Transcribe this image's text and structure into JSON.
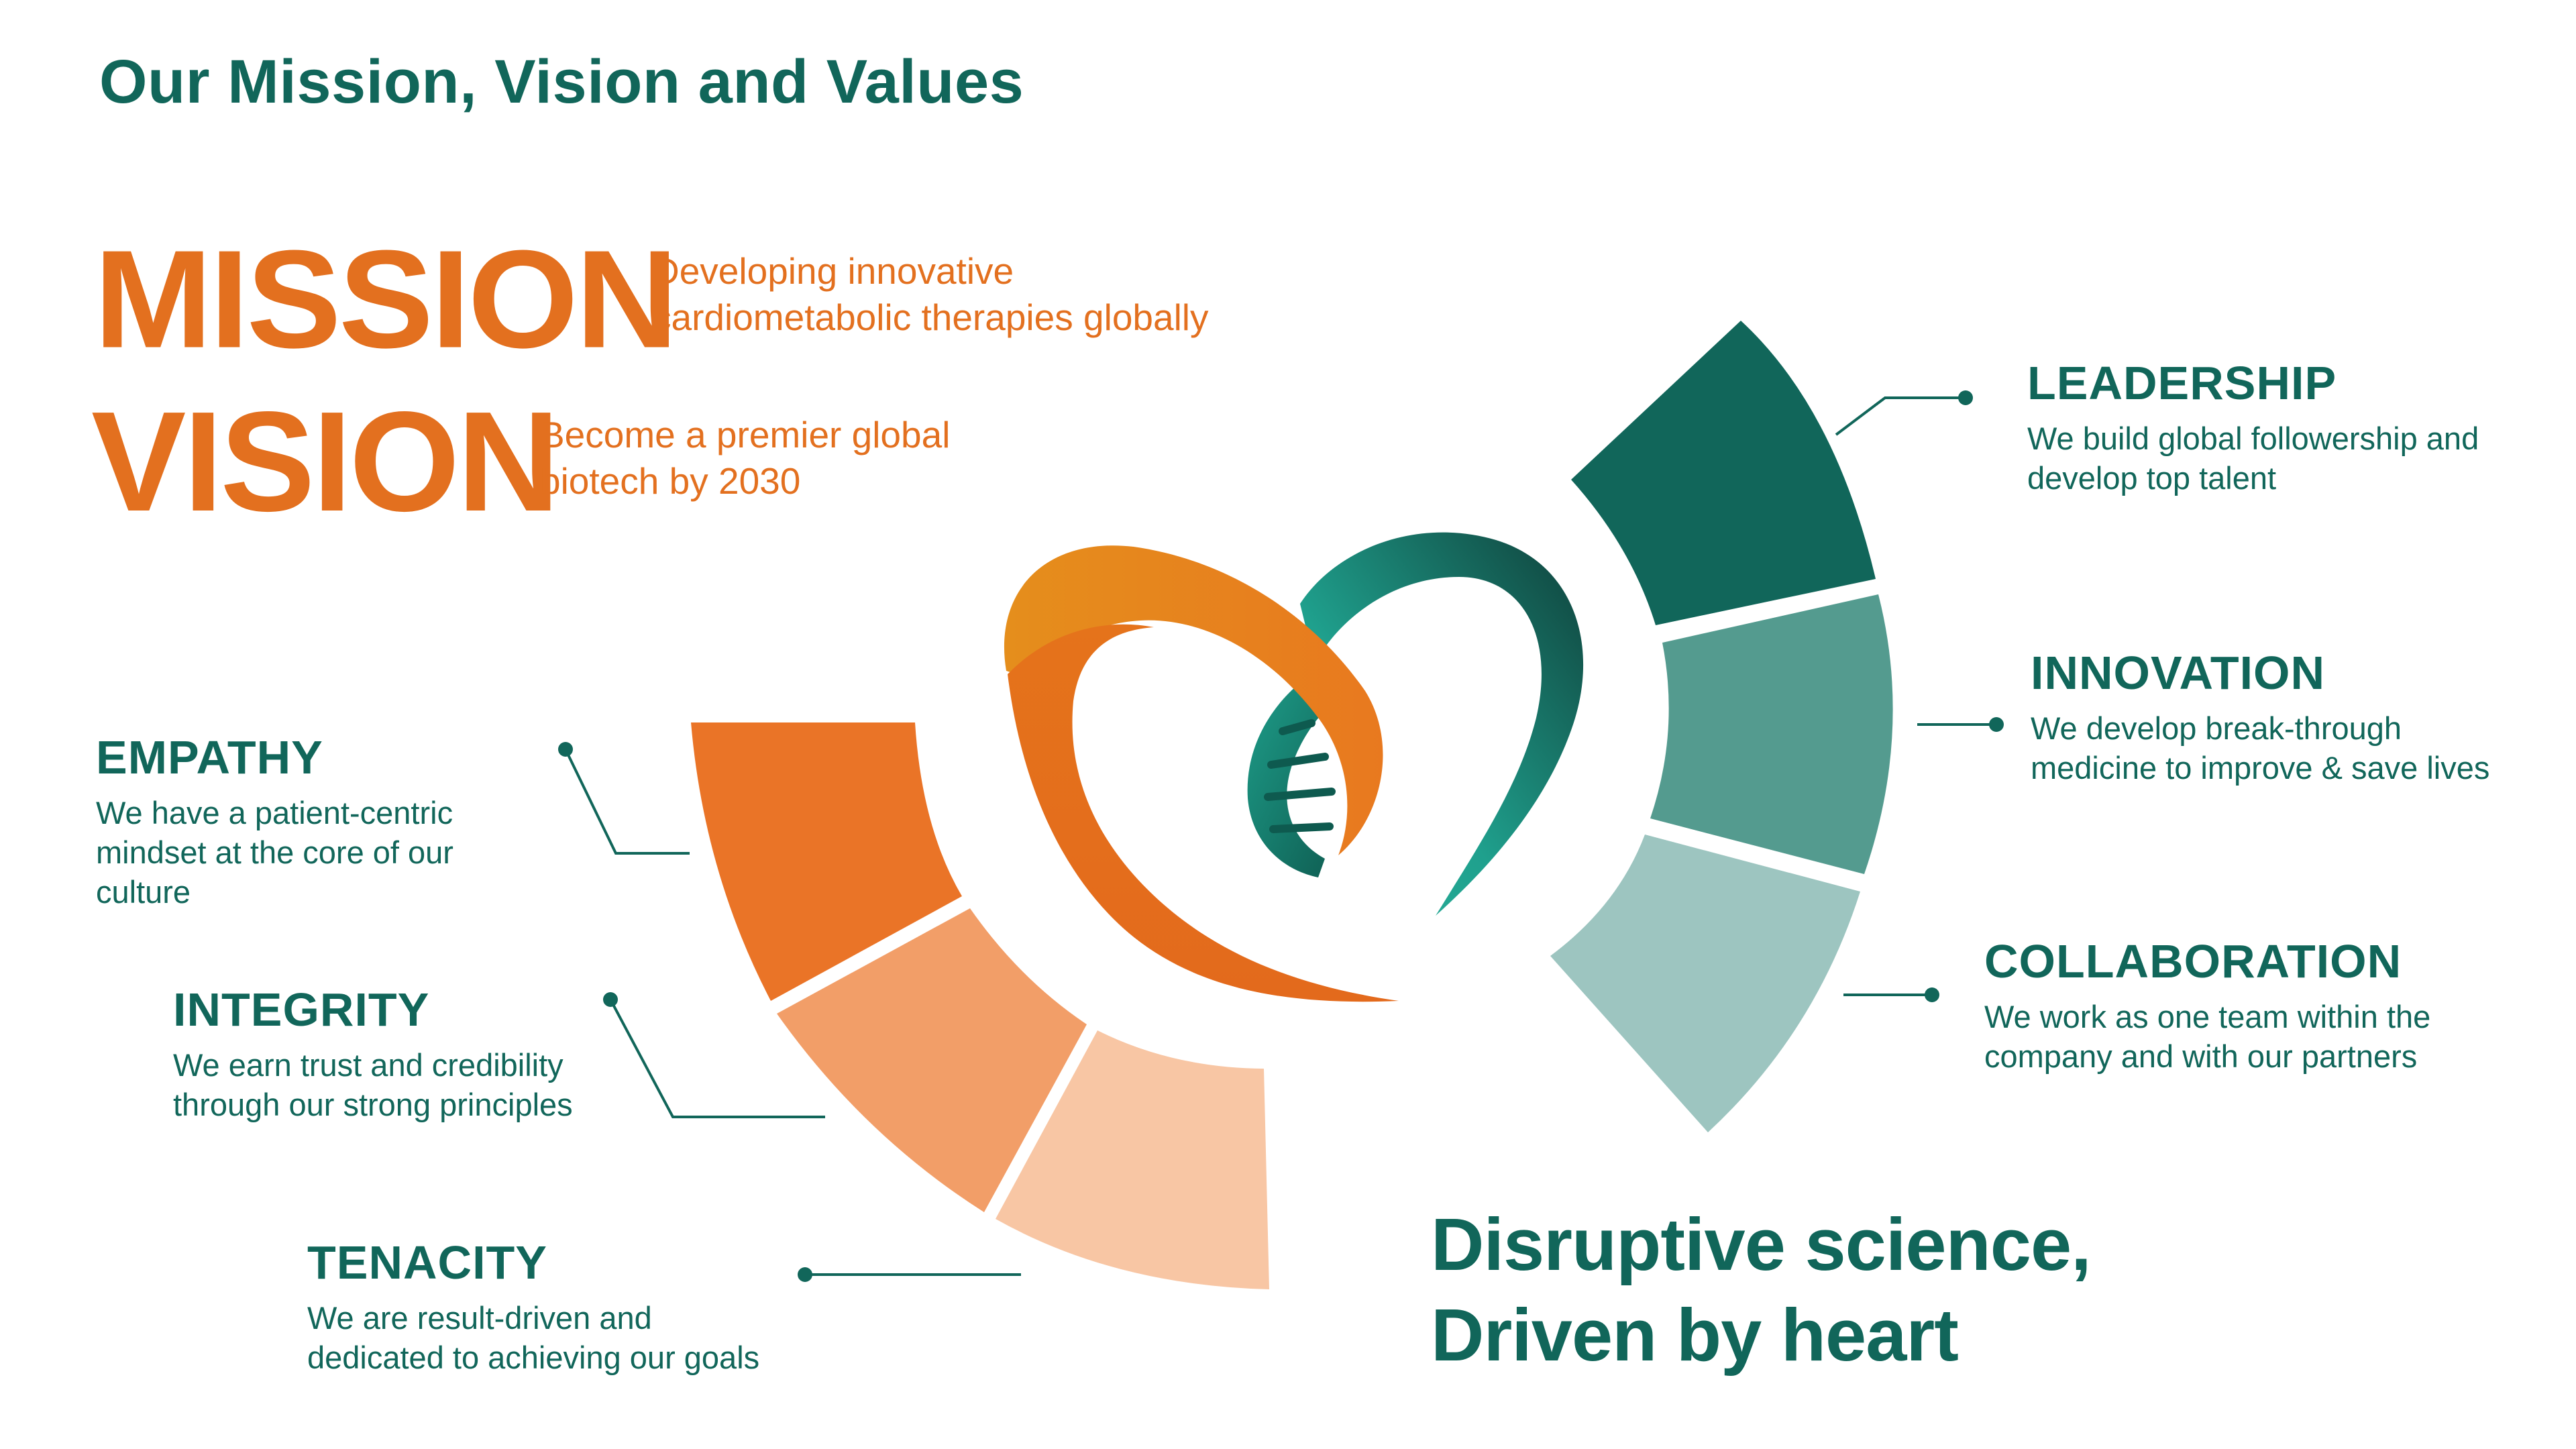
{
  "page_title": "Our Mission, Vision and Values",
  "mission": {
    "word": "MISSION",
    "statement_line1": "Developing innovative",
    "statement_line2": "cardiometabolic therapies globally"
  },
  "vision": {
    "word": "VISION",
    "statement_line1": "Become a premier global",
    "statement_line2": "biotech by 2030"
  },
  "values": {
    "leadership": {
      "heading": "LEADERSHIP",
      "desc_line1": "We build global followership and",
      "desc_line2": "develop top talent"
    },
    "innovation": {
      "heading": "INNOVATION",
      "desc_line1": "We develop break-through",
      "desc_line2": "medicine to improve & save lives"
    },
    "collaboration": {
      "heading": "COLLABORATION",
      "desc_line1": "We work as one team within the",
      "desc_line2": "company and with our partners"
    },
    "empathy": {
      "heading": "EMPATHY",
      "desc_line1": "We have a patient-centric",
      "desc_line2": "mindset at the core of our",
      "desc_line3": "culture"
    },
    "integrity": {
      "heading": "INTEGRITY",
      "desc_line1": "We earn trust and credibility",
      "desc_line2": "through our strong principles"
    },
    "tenacity": {
      "heading": "TENACITY",
      "desc_line1": "We are result-driven and",
      "desc_line2": "dedicated to achieving our goals"
    }
  },
  "tagline": {
    "line1": "Disruptive science,",
    "line2": "Driven by heart"
  },
  "colors": {
    "teal_dark": "#11665a",
    "teal_text": "#11665a",
    "teal_mid": "#549b8f",
    "teal_light": "#9dc5c0",
    "orange_text": "#e3701f",
    "orange_dark": "#ea7427",
    "orange_mid": "#f29e68",
    "orange_light": "#f8c6a4"
  },
  "logo": {
    "icon": "heart-helix-logo-icon"
  }
}
